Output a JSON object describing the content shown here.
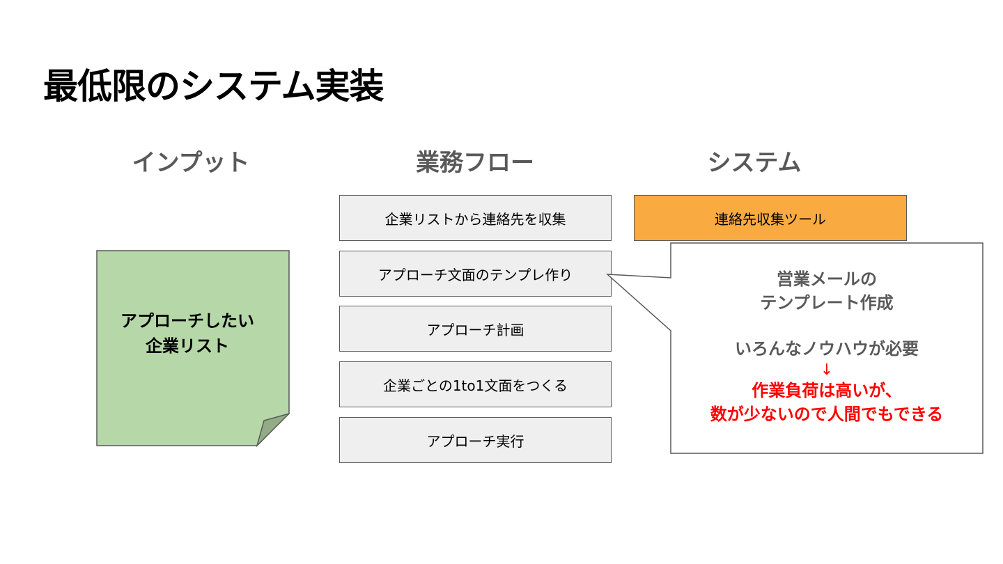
{
  "slide": {
    "title": "最低限のシステム実装"
  },
  "columns": {
    "input": "インプット",
    "flow": "業務フロー",
    "system": "システム"
  },
  "input_note": {
    "line1": "アプローチしたい",
    "line2": "企業リスト",
    "color": "#b6d7a8"
  },
  "flow_steps": [
    "企業リストから連絡先を収集",
    "アプローチ文面のテンプレ作り",
    "アプローチ計画",
    "企業ごとの1to1文面をつくる",
    "アプローチ実行"
  ],
  "system_tool": {
    "label": "連絡先収集ツール",
    "color": "#f9ab42"
  },
  "callout": {
    "line1": "営業メールの",
    "line2": "テンプレート作成",
    "line3": "いろんなノウハウが必要",
    "arrow": "↓",
    "line4": "作業負荷は高いが、",
    "line5": "数が少ないので人間でもできる",
    "highlight_color": "#ff0000"
  }
}
